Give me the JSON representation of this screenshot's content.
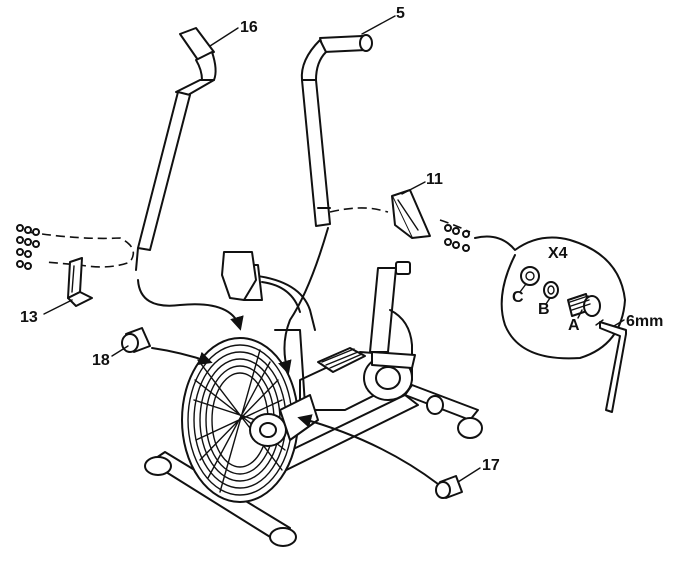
{
  "labels": {
    "part_16": "16",
    "part_5": "5",
    "part_11": "11",
    "part_13": "13",
    "part_18": "18",
    "part_17": "17",
    "quantity": "X4",
    "hw_a": "A",
    "hw_b": "B",
    "hw_c": "C",
    "tool": "6mm"
  },
  "colors": {
    "ink": "#111111",
    "background": "#ffffff"
  }
}
